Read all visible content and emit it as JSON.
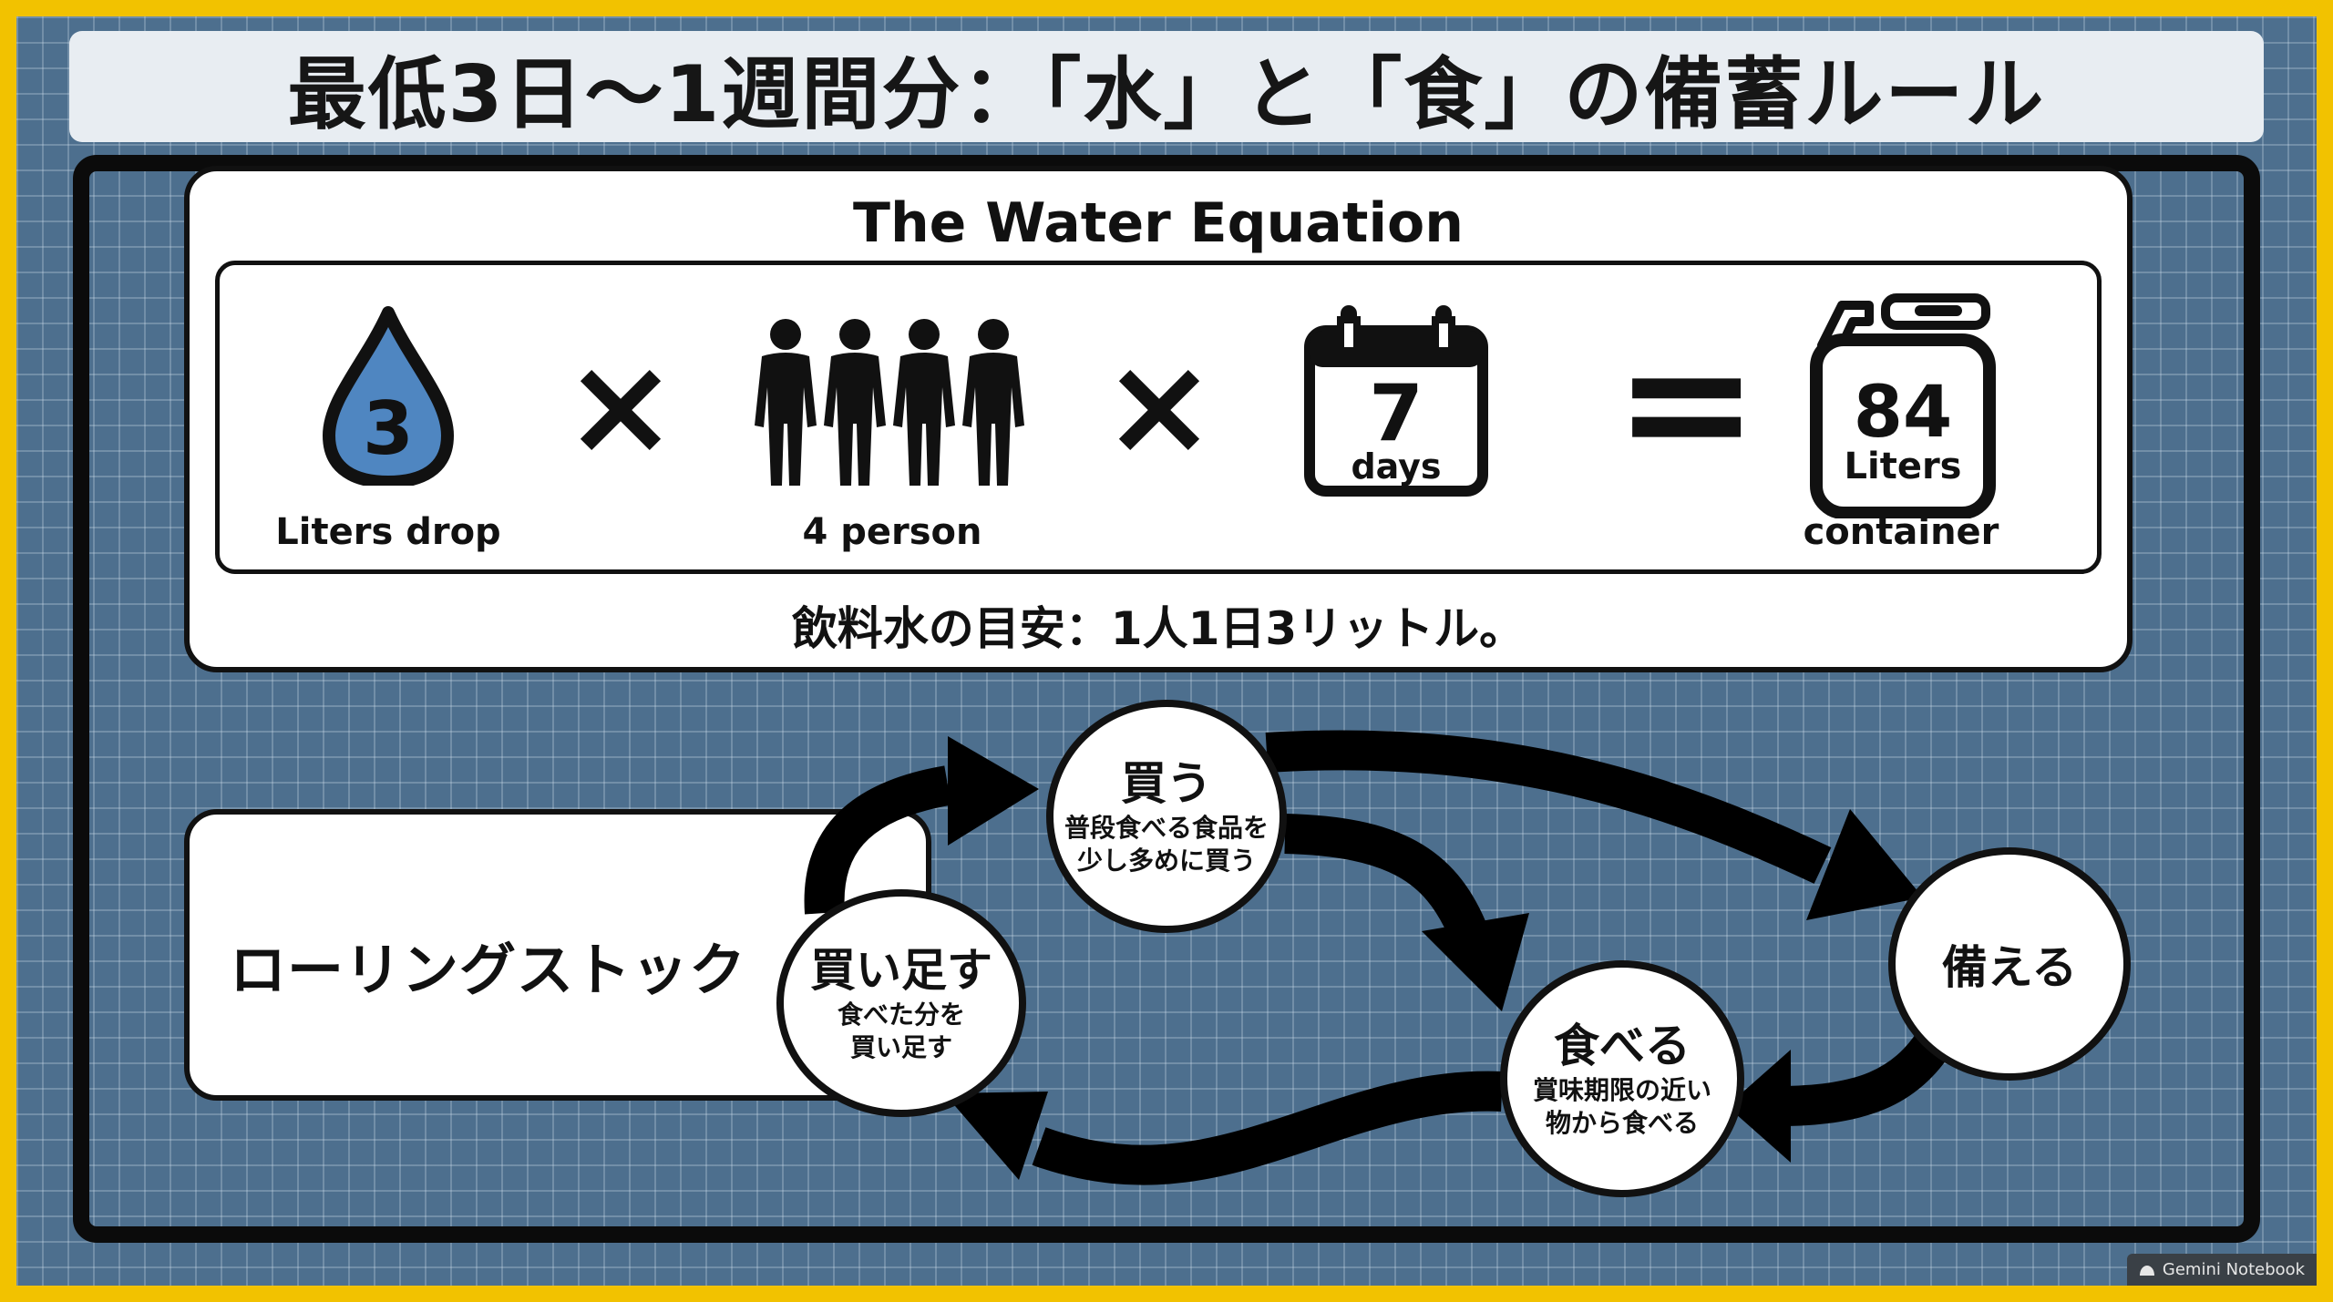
{
  "title": "最低3日〜1週間分：「水」と「食」の備蓄ルール",
  "water": {
    "heading": "The Water Equation",
    "drop_value": "3",
    "drop_label": "Liters drop",
    "times_symbol": "×",
    "people_label": "4 person",
    "days_value": "7",
    "days_unit": "days",
    "equals_symbol": "=",
    "container_value": "84",
    "container_unit": "Liters",
    "container_label": "container",
    "note": "飲料水の目安：1人1日3リットル。",
    "drop_color": "#4f86c1"
  },
  "rolling": {
    "label": "ローリングストック",
    "nodes": {
      "buy": {
        "title": "買う",
        "sub1": "普段食べる食品を",
        "sub2": "少し多めに買う"
      },
      "prepare": {
        "title": "備える"
      },
      "eat": {
        "title": "食べる",
        "sub1": "賞味期限の近い",
        "sub2": "物から食べる"
      },
      "restock": {
        "title": "買い足す",
        "sub1": "食べた分を",
        "sub2": "買い足す"
      }
    }
  },
  "badge": "Gemini Notebook"
}
